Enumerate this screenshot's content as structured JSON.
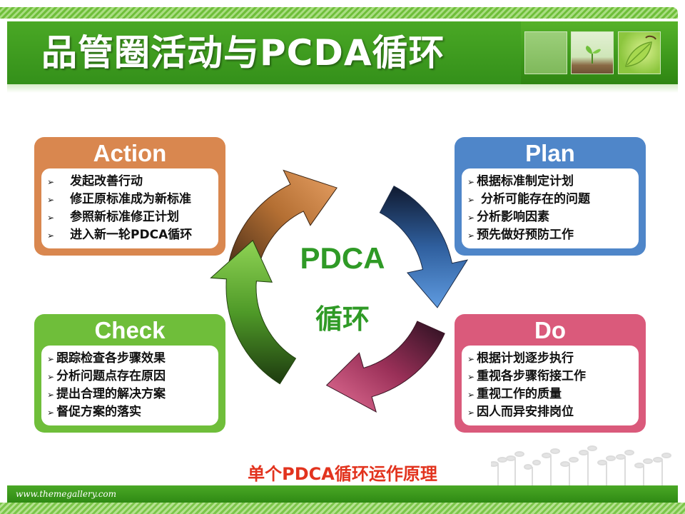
{
  "title": "品管圈活动与PCDA循环",
  "center": {
    "pdca": "PDCA",
    "cycle": "循环"
  },
  "caption": "单个PDCA循环运作原理",
  "footer": "www.themegallery.com",
  "bullet_glyph": "➢",
  "colors": {
    "action": "#d9874f",
    "plan": "#4f86c9",
    "check": "#6fbe3a",
    "do": "#da5a7b",
    "accent_text": "#2f9a26",
    "caption": "#e2331e"
  },
  "boxes": {
    "action": {
      "title": "Action",
      "items": [
        "发起改善行动",
        "修正原标准成为新标准",
        "参照新标准修正计划",
        "进入新一轮PDCA循环"
      ]
    },
    "plan": {
      "title": "Plan",
      "items": [
        "根据标准制定计划",
        " 分析可能存在的问题",
        "分析影响因素",
        "预先做好预防工作"
      ]
    },
    "check": {
      "title": "Check",
      "items": [
        "跟踪检查各步骤效果",
        "分析问题点存在原因",
        "提出合理的解决方案",
        "督促方案的落实"
      ]
    },
    "do": {
      "title": "Do",
      "items": [
        "根据计划逐步执行",
        "重视各步骤衔接工作",
        "重视工作的质量",
        "因人而异安排岗位"
      ]
    }
  }
}
